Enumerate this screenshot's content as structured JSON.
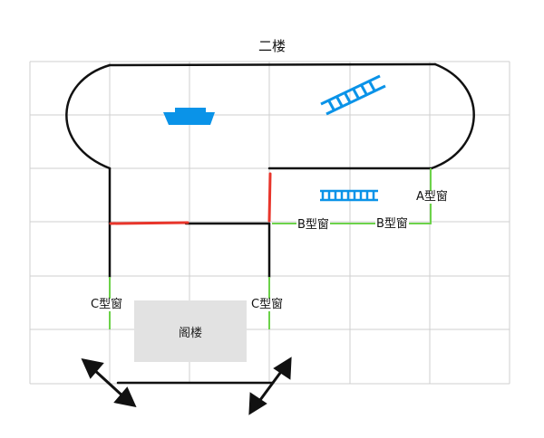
{
  "title": "二楼",
  "labels": {
    "window_a": "A型窗",
    "window_b1": "B型窗",
    "window_b2": "B型窗",
    "window_c1": "C型窗",
    "window_c2": "C型窗",
    "attic": "阁楼"
  },
  "colors": {
    "wall": "#111111",
    "window": "#6cd24a",
    "red_wall": "#e8352b",
    "icon_blue": "#0a93e8",
    "grid": "#cfcfcf",
    "attic_fill": "#e2e2e2"
  },
  "icons": [
    "boat-icon",
    "ladder-diagonal-icon",
    "ladder-horizontal-icon",
    "double-arrow-icon",
    "double-arrow-icon"
  ]
}
